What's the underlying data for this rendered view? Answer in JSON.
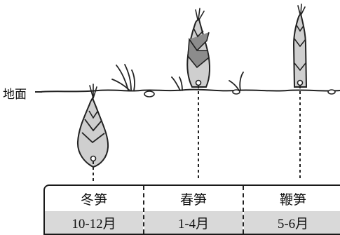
{
  "ground_label": "地面",
  "types": [
    {
      "name": "冬笋",
      "months": "10-12月"
    },
    {
      "name": "春笋",
      "months": "1-4月"
    },
    {
      "name": "鞭笋",
      "months": "5-6月"
    }
  ],
  "colors": {
    "sprout_fill": "#cfcfcf",
    "sprout_dark": "#8c8c8c",
    "line": "#222222",
    "time_row_bg": "#d9d9d9"
  }
}
